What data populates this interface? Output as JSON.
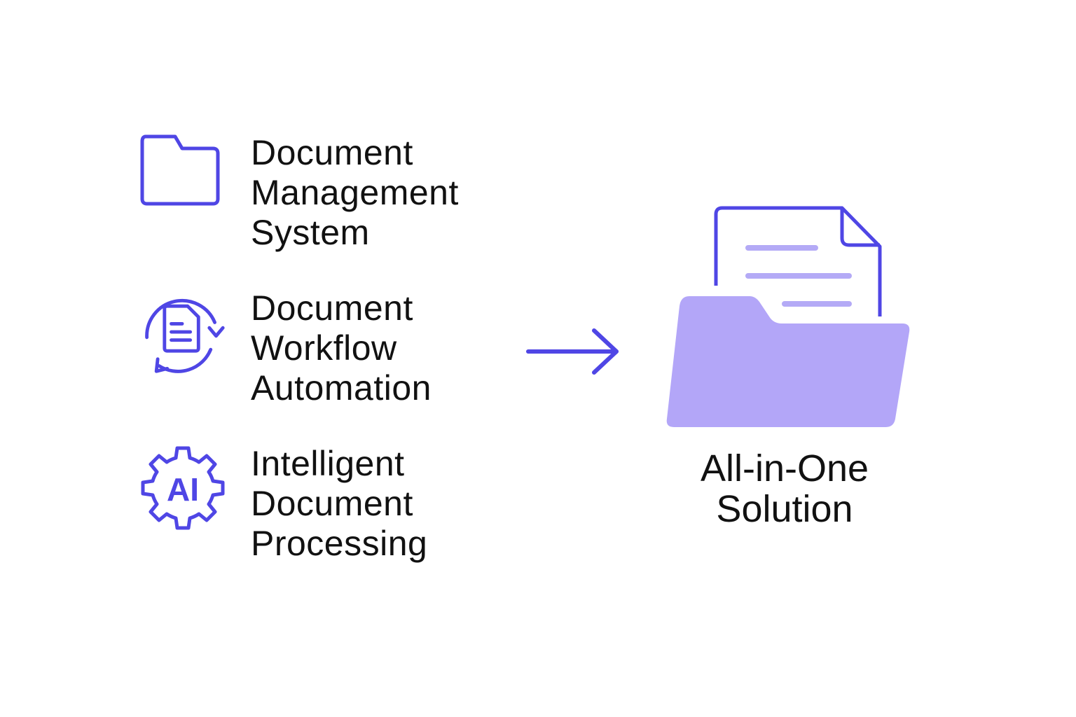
{
  "colors": {
    "accent": "#4F46E5",
    "folder_fill": "#B3A6F8",
    "doc_lines": "#B4AAF6",
    "text": "#111111",
    "background": "#FFFFFF"
  },
  "features": [
    {
      "label": "Document\nManagement\nSystem",
      "icon": "folder-icon"
    },
    {
      "label": "Document\nWorkflow\nAutomation",
      "icon": "document-cycle-icon"
    },
    {
      "label": "Intelligent\nDocument\nProcessing",
      "icon": "ai-gear-icon",
      "icon_text": "AI"
    }
  ],
  "arrow_icon": "arrow-right-icon",
  "result": {
    "label": "All-in-One\nSolution",
    "icon": "folder-with-document-icon"
  }
}
